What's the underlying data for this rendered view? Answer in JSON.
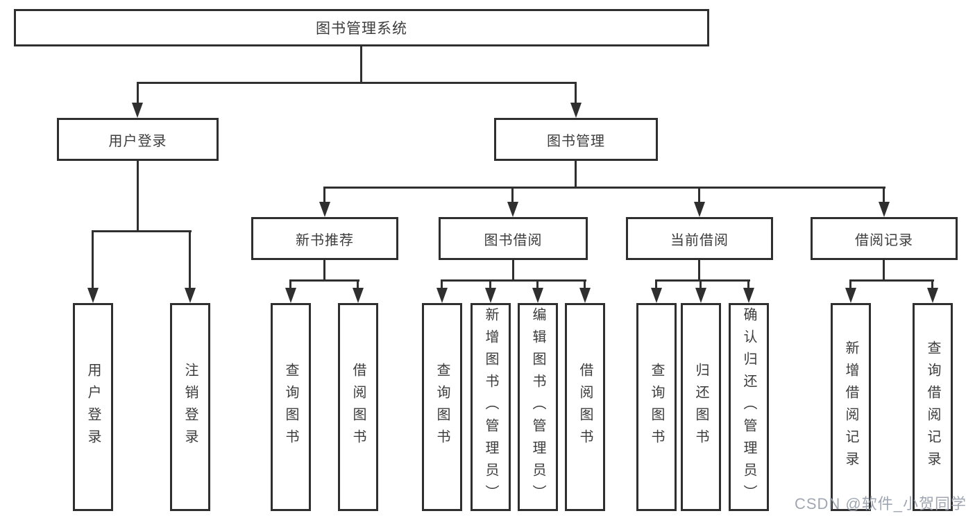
{
  "diagram_type": "tree",
  "colors": {
    "line": "#2f2f2f",
    "box_border": "#2f2f2f",
    "box_fill": "#ffffff",
    "text": "#3c3c3c",
    "watermark": "#98a0ab",
    "background": "#ffffff"
  },
  "watermark": {
    "text": "CSDN @软件_小贺同学"
  },
  "tree": {
    "root": {
      "label": "图书管理系统",
      "children": [
        {
          "label": "用户登录",
          "children": [
            {
              "label": "用户登录"
            },
            {
              "label": "注销登录"
            }
          ]
        },
        {
          "label": "图书管理",
          "children": [
            {
              "label": "新书推荐",
              "children": [
                {
                  "label": "查询图书"
                },
                {
                  "label": "借阅图书"
                }
              ]
            },
            {
              "label": "图书借阅",
              "children": [
                {
                  "label": "查询图书"
                },
                {
                  "label": "新增图书（管理员）"
                },
                {
                  "label": "编辑图书（管理员）"
                },
                {
                  "label": "借阅图书"
                }
              ]
            },
            {
              "label": "当前借阅",
              "children": [
                {
                  "label": "查询图书"
                },
                {
                  "label": "归还图书"
                },
                {
                  "label": "确认归还（管理员）"
                }
              ]
            },
            {
              "label": "借阅记录",
              "children": [
                {
                  "label": "新增借阅记录"
                },
                {
                  "label": "查询借阅记录"
                }
              ]
            }
          ]
        }
      ]
    }
  }
}
